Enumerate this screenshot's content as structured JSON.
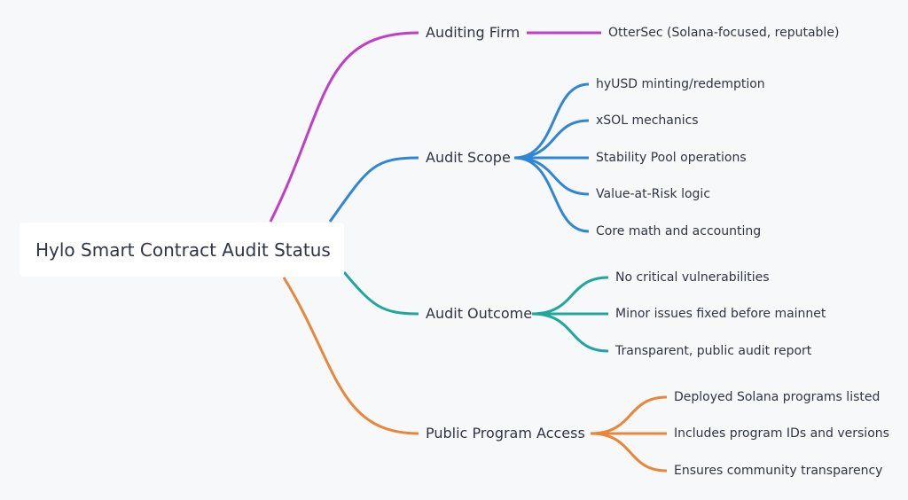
{
  "root": {
    "label": "Hylo Smart Contract Audit Status"
  },
  "colors": {
    "auditing_firm": "#c03ec8",
    "audit_scope": "#2f86d6",
    "audit_outcome": "#1fa89a",
    "public_access": "#e8873a",
    "text": "#2f3542",
    "background": "#f7f8fa"
  },
  "branches": [
    {
      "label": "Auditing Firm",
      "leaves": [
        "OtterSec (Solana-focused, reputable)"
      ]
    },
    {
      "label": "Audit Scope",
      "leaves": [
        "hyUSD minting/redemption",
        "xSOL mechanics",
        "Stability Pool operations",
        "Value-at-Risk logic",
        "Core math and accounting"
      ]
    },
    {
      "label": "Audit Outcome",
      "leaves": [
        "No critical vulnerabilities",
        "Minor issues fixed before mainnet",
        "Transparent, public audit report"
      ]
    },
    {
      "label": "Public Program Access",
      "leaves": [
        "Deployed Solana programs listed",
        "Includes program IDs and versions",
        "Ensures community transparency"
      ]
    }
  ]
}
